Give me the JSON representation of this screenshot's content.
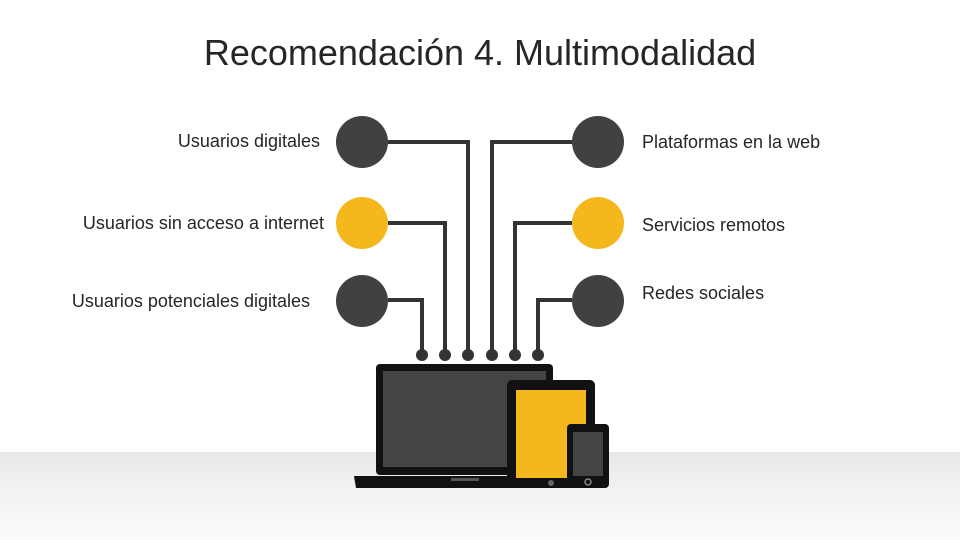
{
  "title": "Recomendación 4. Multimodalidad",
  "left_items": [
    "Usuarios digitales",
    "Usuarios sin acceso a internet",
    "Usuarios potenciales digitales"
  ],
  "right_items": [
    "Plataformas en la web",
    "Servicios remotos",
    "Redes sociales"
  ],
  "colors": {
    "dark_node": "#414141",
    "accent_node": "#F4B81C",
    "line": "#333333",
    "device_body": "#111111",
    "screen": "#444444",
    "tablet_screen": "#F4B81C"
  },
  "node_colors": {
    "left": [
      "dark",
      "accent",
      "dark"
    ],
    "right": [
      "dark",
      "accent",
      "dark"
    ]
  }
}
